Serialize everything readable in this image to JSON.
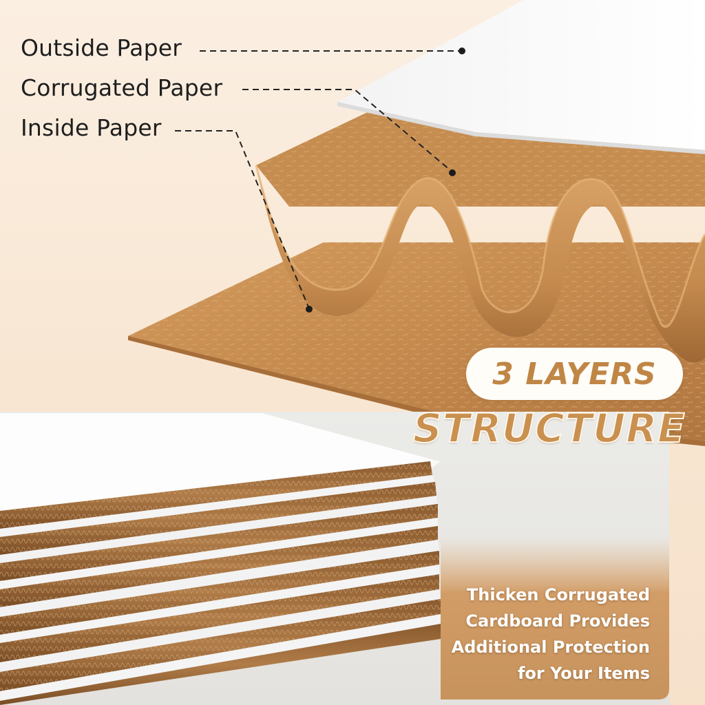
{
  "labels": {
    "outside": "Outside Paper",
    "corrugated": "Corrugated Paper",
    "inside": "Inside Paper"
  },
  "badge": {
    "layers": "3 LAYERS",
    "structure": "STRUCTURE"
  },
  "caption": {
    "lines": [
      "Thicken Corrugated",
      "Cardboard Provides",
      "Additional Protection",
      "for Your Items"
    ]
  },
  "colors": {
    "kraft": "#c48a4e",
    "kraft_dark": "#9a6431",
    "accent": "#c08645",
    "white_board": "#fafafa"
  }
}
